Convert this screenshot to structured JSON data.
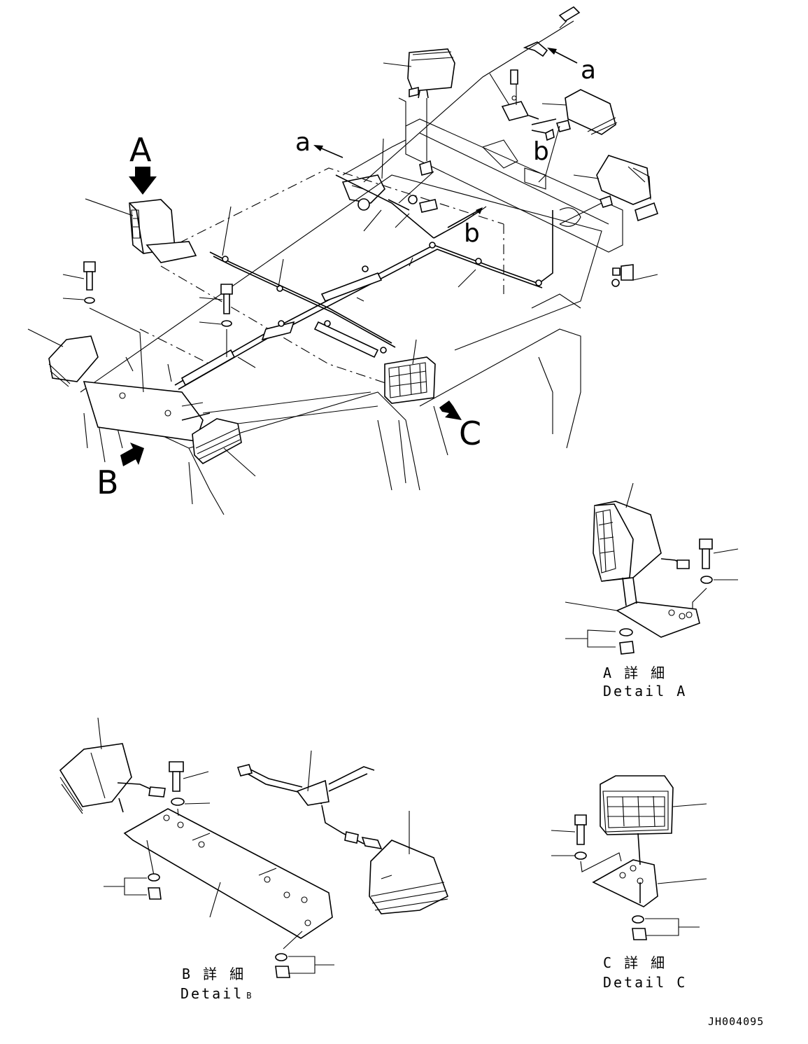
{
  "labels": {
    "view_a": "A",
    "view_b": "B",
    "view_c": "C",
    "ref_a_left": "a",
    "ref_a_top": "a",
    "ref_b_mid": "b",
    "ref_b_right": "b"
  },
  "details": {
    "a": {
      "jp": "A 詳 細",
      "en": "Detail A"
    },
    "b": {
      "jp": "B 詳 細",
      "en": "Detail",
      "en_suffix": "B"
    },
    "c": {
      "jp": "C 詳 細",
      "en": "Detail C"
    }
  },
  "drawing_code": "JH004095"
}
